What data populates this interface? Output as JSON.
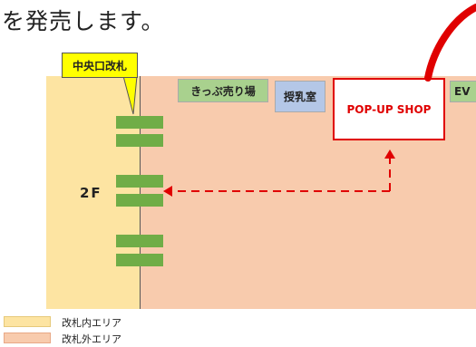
{
  "heading": "を発売します。",
  "callout": "中央口改札",
  "floor": "2F",
  "rooms": {
    "ticket": "きっぷ売り場",
    "nursing": "授乳室",
    "popup": "POP-UP SHOP",
    "ev": "EV"
  },
  "legend": [
    {
      "label": "改札内エリア",
      "color": "#fde4a2"
    },
    {
      "label": "改札外エリア",
      "color": "#f8cbad"
    }
  ],
  "colors": {
    "inside_area": "#fde4a2",
    "outside_area": "#f8cbad",
    "gate": "#70ad47",
    "callout": "#ffff00",
    "highlight": "#e00000",
    "ticket_area": "#a9d18e",
    "nursing_room": "#b4c7e7"
  }
}
